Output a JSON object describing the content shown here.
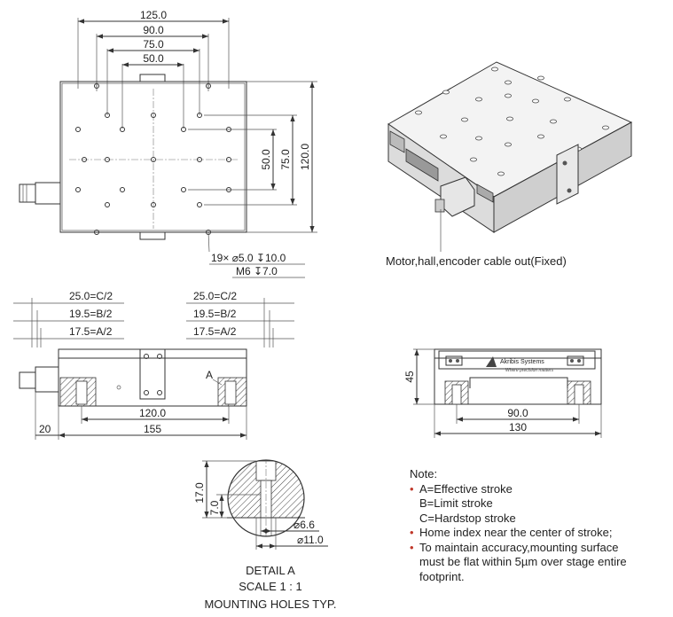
{
  "top_view": {
    "dims": [
      "125.0",
      "90.0",
      "75.0",
      "50.0",
      "50.0",
      "75.0",
      "120.0"
    ],
    "hole_callout_1": "19× ⌀5.0 ↧10.0",
    "hole_callout_2": "M6 ↧7.0"
  },
  "iso_view": {
    "caption": "Motor,hall,encoder cable out(Fixed)"
  },
  "side_view": {
    "stroke_left": [
      "25.0=C/2",
      "19.5=B/2",
      "17.5=A/2"
    ],
    "stroke_right": [
      "25.0=C/2",
      "19.5=B/2",
      "17.5=A/2"
    ],
    "label_a": "A",
    "dim_inner": "120.0",
    "dim_total": "155",
    "dim_motor": "20"
  },
  "end_view": {
    "height": "45",
    "dim_inner": "90.0",
    "dim_total": "130",
    "brand": "Akribis Systems",
    "tagline": "Where precision matters"
  },
  "detail": {
    "dim_depth_total": "17.0",
    "dim_depth_thread": "7.0",
    "dim_bore_small": "⌀6.6",
    "dim_bore_large": "⌀11.0",
    "title": "DETAIL A",
    "scale": "SCALE 1 : 1",
    "subtitle": "MOUNTING HOLES TYP."
  },
  "notes": {
    "heading": "Note:",
    "items": [
      {
        "lines": [
          "A=Effective stroke",
          "B=Limit stroke",
          "C=Hardstop stroke"
        ]
      },
      {
        "lines": [
          "Home index near the center of stroke;"
        ]
      },
      {
        "lines": [
          "To maintain accuracy,mounting surface",
          "must be flat within 5µm over stage entire",
          "footprint."
        ]
      }
    ]
  }
}
